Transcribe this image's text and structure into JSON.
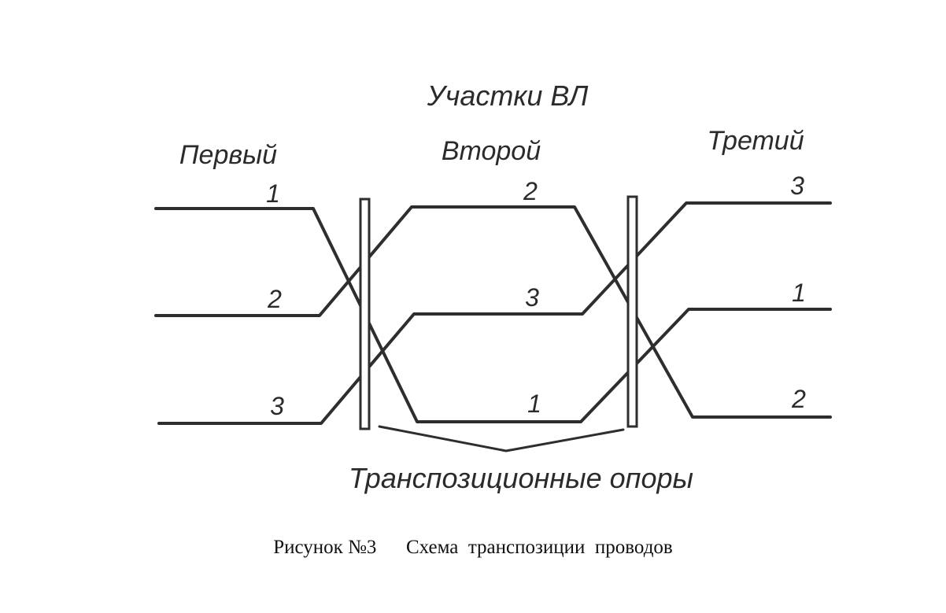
{
  "title": "Участки ВЛ",
  "sections": [
    "Первый",
    "Второй",
    "Третий"
  ],
  "wire_labels": {
    "section1": [
      "1",
      "2",
      "3"
    ],
    "section2": [
      "2",
      "3",
      "1"
    ],
    "section3": [
      "3",
      "1",
      "2"
    ]
  },
  "supports_label": "Транспозиционные опоры",
  "caption": {
    "number": "Рисунок №3",
    "text": "Схема  транспозиции  проводов"
  }
}
